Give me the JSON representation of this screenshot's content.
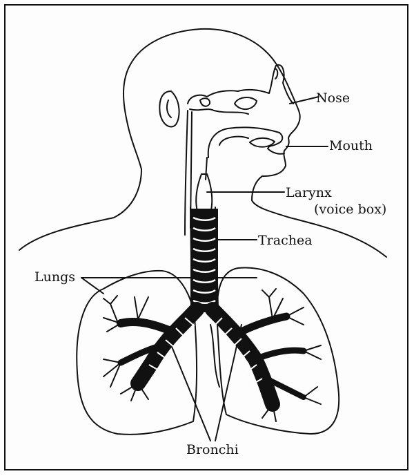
{
  "diagram": {
    "labels": {
      "nose": "Nose",
      "mouth": "Mouth",
      "larynx": "Larynx",
      "larynx_note": "(voice box)",
      "trachea": "Trachea",
      "lungs": "Lungs",
      "bronchi": "Bronchi"
    },
    "colors": {
      "ink": "#111111",
      "background": "#fdfdfd"
    }
  }
}
